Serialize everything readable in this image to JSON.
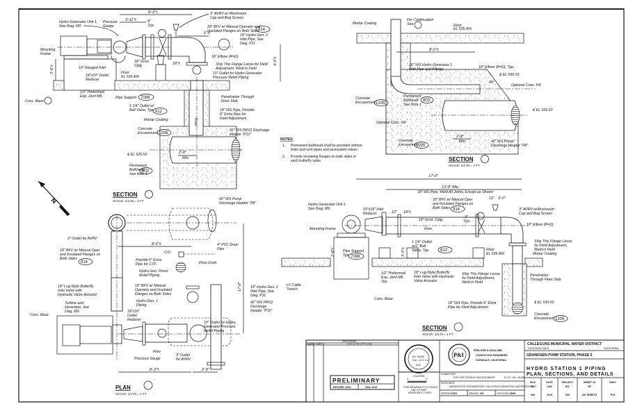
{
  "drawing": {
    "notes": {
      "heading": "NOTES:",
      "items": [
        {
          "num": "1.",
          "line1": "Permanent bulkhead shall be provided without",
          "line2": "drain and vent pipes and associated valves."
        },
        {
          "num": "2.",
          "line1": "Provide insulating flanges on both sides of",
          "line2": "each butterfly valve."
        }
      ]
    },
    "section_b_top": {
      "title": "SECTION",
      "scale": "SCALE: 1/2 IN = 1 FT",
      "callouts": {
        "hydro_gen": "Hydro Generator Unit 1,",
        "hydro_gen2": "See Dwg. M9",
        "pressure_gauge": "Pressure",
        "pressure_gauge2": "Gauge",
        "mounting_frame": "Mounting",
        "mounting_frame2": "Frame",
        "flanged_inlet": "10\" Flanged Inlet",
        "outlet_reducer": "18\"x10\" Outlet",
        "outlet_reducer2": "Reducer",
        "groove_cplg": "18\" Grvd.",
        "groove_cplg2": "Cplg.",
        "floor": "Floor",
        "floor_el": "EL 535.40±",
        "preformed": "1/2\" Preformed",
        "preformed2": "Exp. Joint Mtl.",
        "conc_base": "Conc. Base",
        "pipe_support": "Pipe Support",
        "pipe_support_tag": "7088",
        "outlet_ball": "1 1/4\" Outlet w/",
        "outlet_ball2": "Ball Valve, Typ.",
        "outlet_ball_tag": "812",
        "mortar": "Mortar Coating",
        "encasement": "Concrete",
        "encasement2": "Encasement",
        "encasement_tag": "1205",
        "el": "℄ EL 526.50",
        "bulkhead": "Permanent",
        "bulkhead2": "Bulkhead",
        "bulkhead3": "See Note 1",
        "bulkhead_tag": "803",
        "airvv": "3\" AVRV w/ Mushroom",
        "airvv2": "Cap and Bug Screen",
        "bfv": "18\" BFV w/ Manual Operator and",
        "bfv2": "Insulated Flanges on Both Sides",
        "bfv_tag": "914",
        "hydro_gen2_inlet": "18\" Hydro Gen. 2",
        "hydro_gen2_inlet2": "Inlet Pipe, See",
        "hydro_gen2_inlet3": "Dwg. P11",
        "elbow": "18\" Elbow (R=D)",
        "ship_flange": "Ship This Flange Loose for Field",
        "ship_flange2": "Adjustment, Weld in Field",
        "outlet_relief": "10\" Outlet for Hydro Generator",
        "outlet_relief2": "Pressure Relief Piping",
        "penetration": "Penetration Through",
        "penetration2": "Floor Slab",
        "ws_pipe": "18\" WS Pipe, Provide",
        "ws_pipe2": "6\" Extra Pipe for",
        "ws_pipe3": "Field Adjustment",
        "header": "42\" WS PRS2 Discharge",
        "header2": "Header \"P10\"",
        "flow": "Flow"
      },
      "dims": {
        "overall": "8'-3\"±",
        "d1": "3'-11\"±",
        "d2": "9\"",
        "d2b": "Typ.",
        "d3": "2'-9\"",
        "d4": "18\"±",
        "d5": "4'-0\"±",
        "d6": "3'-6\"±",
        "min": "2'-8\"",
        "min2": "Min."
      }
    },
    "section_c": {
      "title": "SECTION",
      "scale": "SCALE: 1/2 IN = 1 FT",
      "callouts": {
        "mortar": "Mortar Coating",
        "continuation": "For Continuation",
        "continuation2": "See",
        "floor": "Floor",
        "floor_el": "EL 535.40±",
        "inlet": "18\" WS Hydro Generator 1",
        "inlet2": "Inlet Pipe and Fittings",
        "elbow": "18\" Elbow (R=D), Typ.",
        "el1": "℄ EL 530.00",
        "fill": "Optional Conc. Fill",
        "encasement": "Concrete",
        "encasement2": "Encasement",
        "encasement_tag": "1205",
        "bulkhead": "Permanent",
        "bulkhead2": "Bulkhead",
        "bulkhead3": "See Note 1",
        "bulkhead_tag": "803",
        "el2": "℄ EL 526.50",
        "header": "42\" WS Pump",
        "header2": "Discharge Header \"P8\""
      },
      "dims": {
        "d1": "8'-6\"±",
        "min": "2'-8\"",
        "min2": "Min.",
        "angle": "45°"
      }
    },
    "section_d": {
      "title": "SECTION",
      "scale": "SCALE: 1/2 IN = 1 FT",
      "callouts": {
        "hydro_gen": "Hydro Generator Unit 1,",
        "hydro_gen2": "See Dwg. M9",
        "inlet_reducer": "10\"x18\" Inlet",
        "inlet_reducer2": "Reducer",
        "ws_pipe": "18\" WS Pipe, Weld All Joints, Except as Shown",
        "bfv": "18\" BFV w/ Manual Oper.",
        "bfv2": "and Insulated Flanges on",
        "bfv3": "Both Sides",
        "bfv_tag": "914",
        "grvd": "18\" Grvd. Cplg.",
        "mounting": "Mounting Frame",
        "flow": "Flow",
        "outlet": "1 1/4\" Outlet",
        "outlet2": "w/1\" Ball",
        "outlet3": "Valve, Typ.",
        "outlet_tag": "812",
        "support": "Pipe Support,",
        "support2": "Typ.",
        "support_tag": "7088",
        "airvv": "3\" AVRV w/Mushroom",
        "airvv2": "Cap and Bug Screen",
        "elbow": "18\" Elbow (R=D)",
        "ship": "Ship This Flange Loose",
        "ship2": "for Field Adjustment,",
        "ship3": "Weld in Field",
        "mortar": "Mortar Coating",
        "floor": "Floor",
        "floor_el": "EL 535.40±",
        "preformed": "1/2\" Preformed",
        "preformed2": "Exp. Joint Mtl.",
        "preformed3": "Typ.",
        "lug": "18\" Lug-Style Butterfly",
        "lug2": "Inlet Valve with Hydraulic",
        "lug3": "Valve Actuator",
        "ship_b": "Ship This Flange Loose",
        "ship_b2": "for Field Adjustment,",
        "ship_b3": "Weld in Field",
        "penetration": "Penetration",
        "penetration2": "Through Floor Slab",
        "cable": "LV Cable",
        "cable2": "Trench",
        "conc_base": "Conc. Base",
        "ws_extra": "18\" WS Pipe. Provide 6\" Extra",
        "ws_extra2": "Pipe for Field Adjustment",
        "el": "℄ EL 530.00",
        "encasement": "Concrete",
        "encasement2": "Encasement",
        "encasement_tag": "1205"
      },
      "dims": {
        "overall": "17'-0\"",
        "d1": "13'-8\" Min.",
        "d2": "12\"",
        "d3": "18\"±",
        "d4": "12\"",
        "d5": "3'-0\"",
        "d6": "3\"",
        "d6b": "Typ.",
        "h1": "2'-6\"±",
        "h2": "3'-0\"±"
      }
    },
    "plan": {
      "title": "PLAN",
      "scale": "SCALE: 1/2 IN = 1 FT",
      "callouts": {
        "airvv_outlet": "3\" Outlet for AVRV",
        "bfv": "18\" BFV w/ Manual Oper.",
        "bfv2": "and Insulated Flanges on",
        "bfv3": "Both Sides",
        "bfv_tag": "914",
        "header": "42\" WS Pump",
        "header2": "Discharge Header \"P8\"",
        "drain": "4\" PVC Drain",
        "drain2": "Pipe",
        "co": "C/O",
        "floor_drain": "Floor Drain",
        "extra": "Provide 6\" Extra",
        "extra2": "Pipe for CTF",
        "relief": "Hydro Gen. Press.",
        "relief2": "Relief Piping",
        "lug": "18\" Lug-Style Butterfly",
        "lug2": "Inlet Valve with",
        "lug3": "Hydraulic Valve Actuator",
        "bfv_b": "18\" BFV w/ Manual",
        "bfv_b2": "Operator and Insulated",
        "bfv_b3": "Flanges on Both Sides",
        "turbine": "Turbine and",
        "turbine2": "Generator, See",
        "turbine3": "Dwg. M9",
        "conc_base": "Conc. Base",
        "gen1": "Hydro Gen. 1",
        "gen1b": "Piping",
        "reducer": "18\"x10\"",
        "reducer2": "Outlet",
        "reducer3": "Reducer",
        "gen2": "18\" Hydro Gen. 2",
        "gen2b": "Inlet Pipe, See",
        "gen2c": "Dwg. P11",
        "prs2": "42\" WS PRS2",
        "prs2b": "Discharge",
        "prs2c": "Header \"P10\"",
        "outlet_relief": "10\" Outlet for Hydro",
        "outlet_relief2": "Generator Pressure",
        "outlet_relief3": "Relief Piping",
        "flow": "Flow",
        "gauge": "Pressure Gauge",
        "airvv": "3\" Outlet",
        "airvv2": "for AVRV"
      },
      "dims": {
        "d1": "8'-6\"±",
        "d2": "8'-3\"±",
        "d3": "2'-9\"",
        "d4": "17'-0\""
      }
    }
  },
  "title_block": {
    "revisions": {
      "heading": "REVISIONS",
      "col_mark": "MARK",
      "col_date": "DATE",
      "col_desc": "D E S C R I P T I O N"
    },
    "stamp": {
      "line1": "No. 46188",
      "line2": "Exp. 12-31-16",
      "line3": "Civil"
    },
    "preliminary": {
      "title": "PRELIMINARY",
      "revised": "REVISED 100%",
      "date": "JAN, 2015"
    },
    "caution": {
      "heading": "CAUTION",
      "scale_start": "0",
      "scale_end": "1\"",
      "line1": "THIS DRAWING IS TO SCALE",
      "line2": "ONLY IF BAR",
      "line3": "MEASURES 1 INCH"
    },
    "firm": {
      "logo": "P&I",
      "name": "PERLITER & INGALSBE",
      "sub": "CONSULTING ENGINEERS",
      "city": "GLENDALE, CALIFORNIA"
    },
    "approvals": {
      "submitted": "SUBMITTED:",
      "submitted_by": "FOR THE CONSULTING ENGINEER",
      "rce": "R.C.E. NO.  46188",
      "reviewed": "REVIEWED:",
      "reviewed_by": "MANAGER OF ENGINEERING, CALLEGUAS MUNICIPAL WATER DISTRICT",
      "designed_label": "DESIGNED:",
      "designed": "DO",
      "drawn_label": "DRAWN:",
      "drawn": "HG",
      "checked_label": "CHECKED:",
      "checked": "AWS"
    },
    "client": {
      "name": "CALLEGUAS MUNICIPAL WATER DISTRICT",
      "city": "THOUSAND OAKS,",
      "state": "CALIFORNIA"
    },
    "project": "GRANDSEN PUMP STATION, PHASE 2",
    "sheet_title1": "HYDRO STATION 1 PIPING",
    "sheet_title2": "PLAN, SECTIONS, AND DETAILS",
    "fields": [
      {
        "label1": "FILE",
        "label2": "NO.",
        "value": "306"
      },
      {
        "label1": "DATE",
        "label2": "JAN",
        "value": "2015"
      },
      {
        "label1": "PROJECT",
        "label2": "NO.",
        "value": "500"
      },
      {
        "label1": "SHEET 44",
        "label2": "OF",
        "value": "257 SHEETS"
      },
      {
        "label1": "DWG.",
        "label2": "",
        "value": "P10"
      }
    ]
  }
}
